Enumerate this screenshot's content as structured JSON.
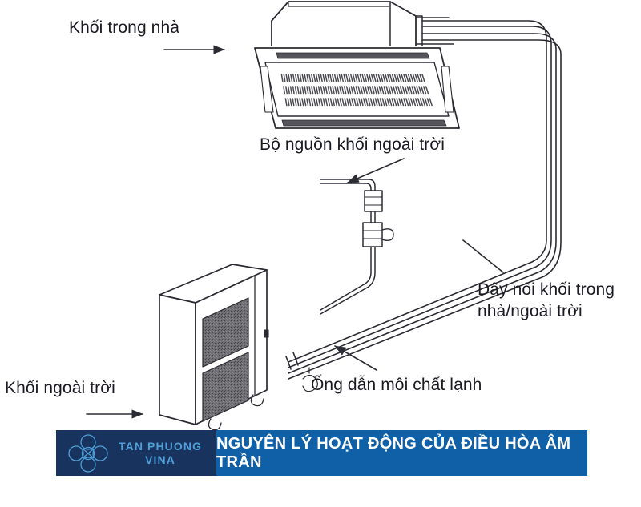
{
  "diagram": {
    "title_alt": "Nguyên lý hoạt động của điều hòa âm trần",
    "labels": {
      "indoor_unit": "Khối trong nhà",
      "outdoor_power_box": "Bộ nguồn khối ngoài trời",
      "connecting_wire_line1": "Dây nối khối trong",
      "connecting_wire_line2": "nhà/ngoài trời",
      "refrigerant_pipe": "Ống dẫn môi chất lạnh",
      "outdoor_unit": "Khối ngoài trời"
    },
    "parts": {
      "indoor_unit_name": "ceiling-cassette-indoor-unit",
      "outdoor_unit_name": "outdoor-condenser-unit",
      "power_box_name": "outdoor-power-supply-box",
      "pipe_run_name": "refrigerant-pipe-run",
      "wire_run_name": "indoor-outdoor-connecting-wire"
    },
    "colors": {
      "line": "#2b2b33",
      "grille_fill": "#6e6e72",
      "background": "#ffffff"
    }
  },
  "banner": {
    "title": "NGUYÊN LÝ HOẠT ĐỘNG CỦA ĐIỀU HÒA ÂM TRẦN",
    "brand_line1": "TAN PHUONG",
    "brand_line2": "VINA",
    "logo_icon": "four-circle-flower-logo",
    "colors": {
      "banner_bg": "#1060a8",
      "logo_bg": "#18345e",
      "brand_text": "#4f9fd8",
      "title_text": "#ffffff"
    }
  }
}
